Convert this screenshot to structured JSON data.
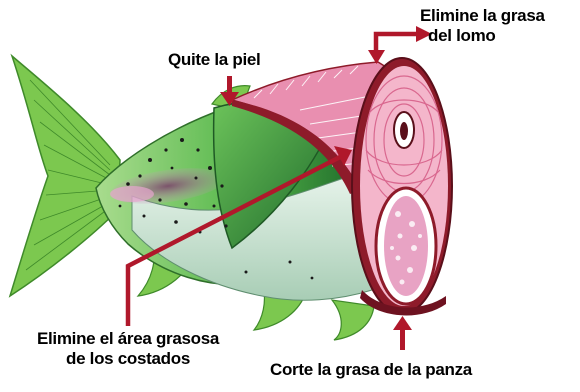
{
  "labels": {
    "remove_skin": "Quite la piel",
    "remove_back_fat_line1": "Elimine la grasa",
    "remove_back_fat_line2": "del lomo",
    "remove_side_fat_line1": "Elimine el área grasosa",
    "remove_side_fat_line2": "de los costados",
    "cut_belly_fat": "Corte la grasa de la panza"
  },
  "colors": {
    "arrow": "#b0182b",
    "fin": "#7cc84f",
    "fin_stroke": "#3f8a2a",
    "skin_green": "#3fae48",
    "flesh_pink": "#e98fb0",
    "dark_fat": "#8e1b2a",
    "belly_mint": "#cfe8d6"
  }
}
